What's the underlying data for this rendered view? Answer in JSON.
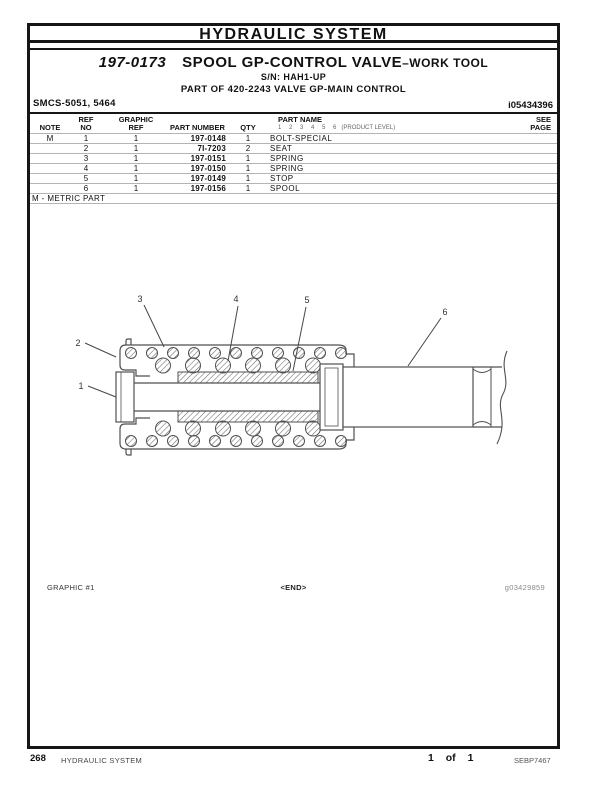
{
  "banner": {
    "title": "HYDRAULIC SYSTEM"
  },
  "header": {
    "part_number": "197-0173",
    "title": "SPOOL GP-CONTROL VALVE",
    "title_suffix": "–WORK TOOL",
    "serial_line": "S/N: HAH1-UP",
    "part_of_line": "PART OF 420-2243 VALVE GP-MAIN CONTROL",
    "smcs": "SMCS-5051, 5464",
    "media_id": "i05434396"
  },
  "parts_table": {
    "col_note": "NOTE",
    "col_ref_line1": "REF",
    "col_ref_line2": "NO",
    "col_graphic_line1": "GRAPHIC",
    "col_graphic_line2": "REF",
    "col_part_number": "PART NUMBER",
    "col_qty": "QTY",
    "col_part_name": "PART NAME",
    "col_product_cols": "1 2 3 4 5 6",
    "col_product_label": "(PRODUCT LEVEL)",
    "col_see_line1": "SEE",
    "col_see_line2": "PAGE",
    "rows": [
      {
        "note": "M",
        "ref_no": "1",
        "graphic_ref": "1",
        "part_number": "197-0148",
        "qty": "1",
        "part_name": "BOLT-SPECIAL",
        "see_page": ""
      },
      {
        "note": "",
        "ref_no": "2",
        "graphic_ref": "1",
        "part_number": "7I-7203",
        "qty": "2",
        "part_name": "SEAT",
        "see_page": ""
      },
      {
        "note": "",
        "ref_no": "3",
        "graphic_ref": "1",
        "part_number": "197-0151",
        "qty": "1",
        "part_name": "SPRING",
        "see_page": ""
      },
      {
        "note": "",
        "ref_no": "4",
        "graphic_ref": "1",
        "part_number": "197-0150",
        "qty": "1",
        "part_name": "SPRING",
        "see_page": ""
      },
      {
        "note": "",
        "ref_no": "5",
        "graphic_ref": "1",
        "part_number": "197-0149",
        "qty": "1",
        "part_name": "STOP",
        "see_page": ""
      },
      {
        "note": "",
        "ref_no": "6",
        "graphic_ref": "1",
        "part_number": "197-0156",
        "qty": "1",
        "part_name": "SPOOL",
        "see_page": ""
      }
    ],
    "footnote": "M - METRIC PART"
  },
  "diagram": {
    "callouts": [
      "1",
      "2",
      "3",
      "4",
      "5",
      "6"
    ],
    "caption_left": "GRAPHIC #1",
    "caption_center": "<END>",
    "caption_right": "g03429859"
  },
  "footer": {
    "page_number": "268",
    "section_title": "HYDRAULIC SYSTEM",
    "sheet": "1 of 1",
    "doc_code": "SEBP7467"
  },
  "colors": {
    "border": "#161616",
    "separator": "#b4b4b4",
    "muted": "#666666",
    "drawing_line": "#4f4f4f"
  }
}
